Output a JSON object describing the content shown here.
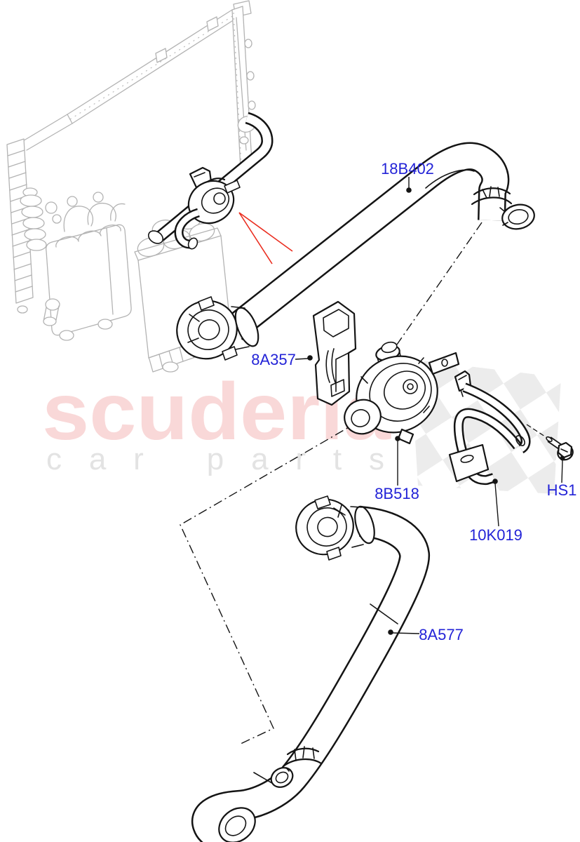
{
  "watermark": {
    "brand": "scuderia",
    "tagline": "car parts"
  },
  "labels": {
    "upper_hose": "18B402",
    "mount_bracket": "8A357",
    "water_pump": "8B518",
    "bolt": "HS1",
    "pump_bracket": "10K019",
    "lower_hose": "8A577"
  },
  "colors": {
    "label_blue": "#2323d7",
    "arrow_red": "#ea2c1e",
    "watermark_pink": "#f9d8d8",
    "watermark_gray": "#e3e3e3",
    "muted_art": "#b3b3b3",
    "line_art": "#141414",
    "checker_gray": "#ececec",
    "background": "#ffffff"
  }
}
